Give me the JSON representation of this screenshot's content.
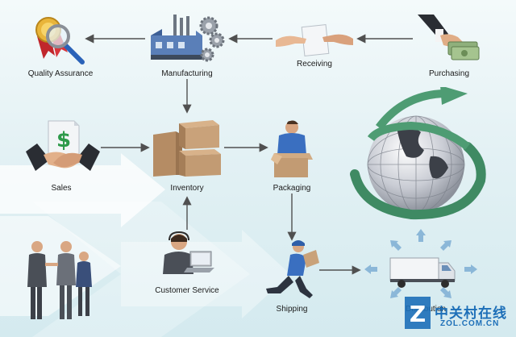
{
  "nodes": {
    "quality_assurance": "Quality Assurance",
    "manufacturing": "Manufacturing",
    "receiving": "Receiving",
    "purchasing": "Purchasing",
    "sales": "Sales",
    "inventory": "Inventory",
    "packaging": "Packaging",
    "customer_service": "Customer Service",
    "shipping": "Shipping",
    "distribution": "Distribution"
  },
  "watermark": {
    "cn": "中关村在线",
    "en": "ZOL.COM.CN",
    "letter": "Z"
  },
  "colors": {
    "arrow": "#505050",
    "flow_band": "#ffffff",
    "globe": "#c9ccd4",
    "ribbon": "#3f8a63",
    "box": "#c9a27a",
    "watermark": "#1d6fb8"
  }
}
